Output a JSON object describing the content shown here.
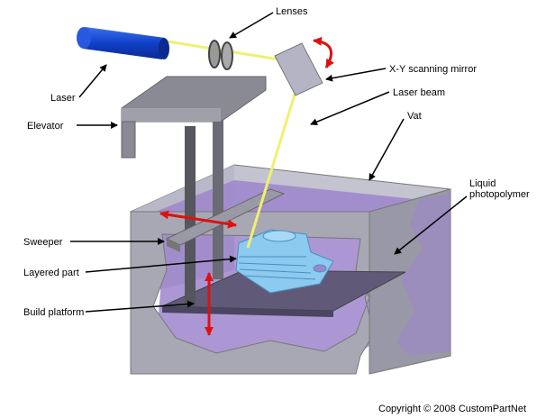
{
  "labels": {
    "lenses": "Lenses",
    "laser": "Laser",
    "mirror": "X-Y scanning mirror",
    "laser_beam": "Laser beam",
    "elevator": "Elevator",
    "vat": "Vat",
    "liquid_line1": "Liquid",
    "liquid_line2": "photopolymer",
    "sweeper": "Sweeper",
    "layered_part": "Layered part",
    "build_platform": "Build platform"
  },
  "copyright": "Copyright © 2008 CustomPartNet",
  "colors": {
    "laser": "#1040c8",
    "beam": "#f0f070",
    "vat": "#a8a8b4",
    "liquid": "#9d85cc",
    "part": "#8ccaf0",
    "arrow_red": "#e01010"
  }
}
